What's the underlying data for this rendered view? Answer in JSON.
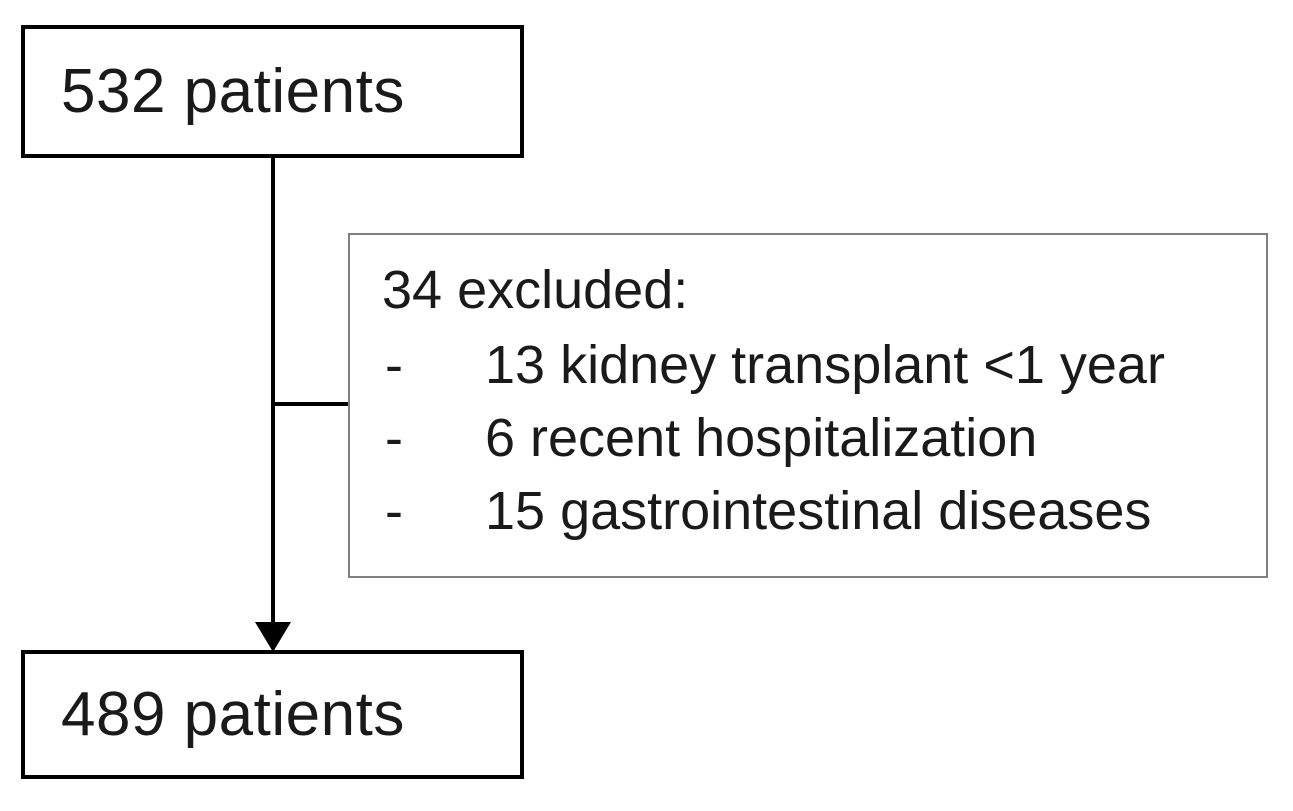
{
  "diagram": {
    "type": "patient-flow-diagram",
    "boxes": {
      "enrolled": {
        "label": "532 patients",
        "count": 532,
        "border_color": "#000000"
      },
      "included": {
        "label": "489 patients",
        "count": 489,
        "border_color": "#000000"
      },
      "excluded": {
        "title": "34 excluded:",
        "count": 34,
        "border_color": "#808080",
        "items": [
          {
            "bullet": "-",
            "text": "13 kidney transplant <1 year",
            "count": 13
          },
          {
            "bullet": "-",
            "text": "6 recent hospitalization",
            "count": 6
          },
          {
            "bullet": "-",
            "text": "15 gastrointestinal diseases",
            "count": 15
          }
        ]
      }
    },
    "connectors": {
      "vertical_name": "vertical-connector-line",
      "horizontal_name": "horizontal-connector-line",
      "arrow_name": "arrow-head-down"
    },
    "colors": {
      "text": "#1a1a1a",
      "box_border": "#000000",
      "panel_border": "#808080",
      "background": "#ffffff"
    }
  }
}
